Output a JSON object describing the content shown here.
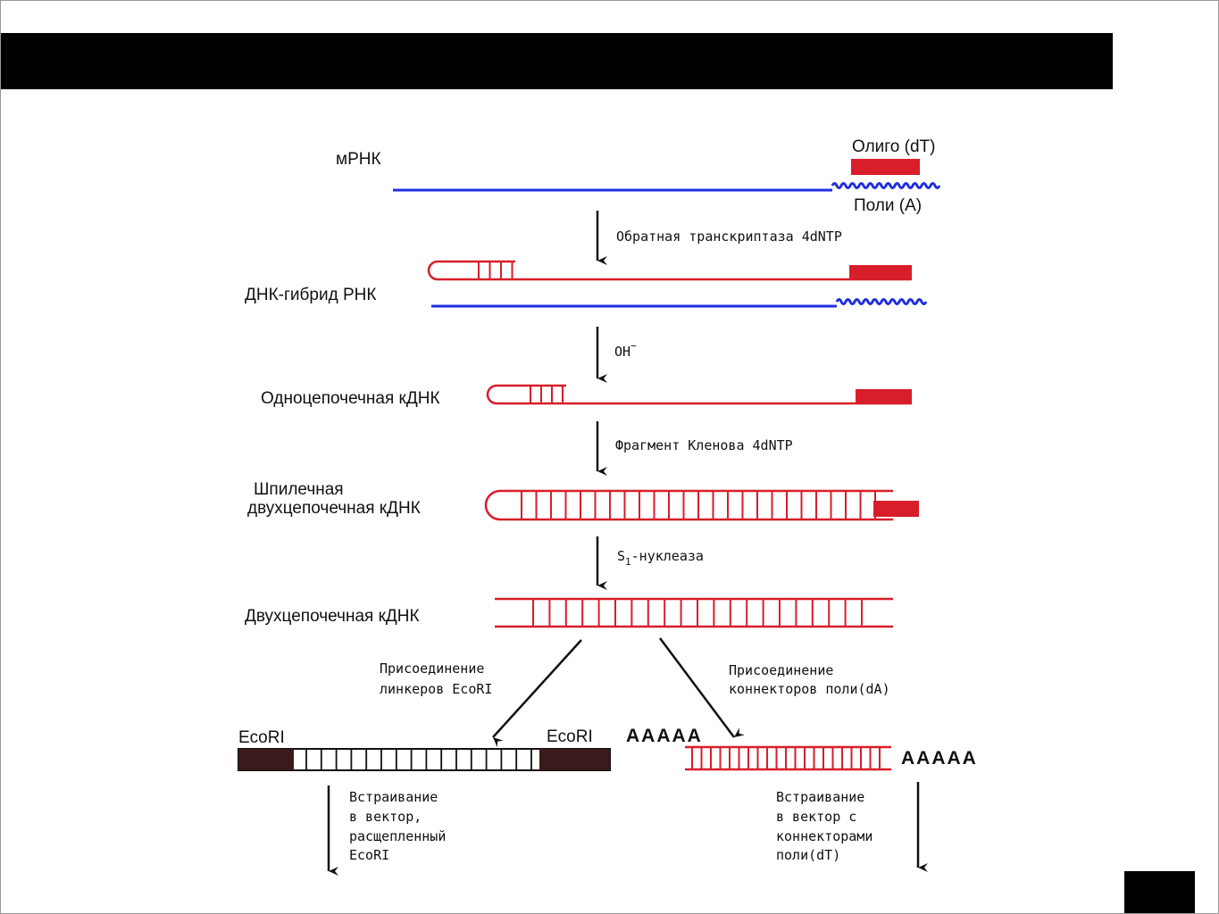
{
  "labels": {
    "mrna": "мРНК",
    "oligo_dt": "Олиго (dT)",
    "poly_a": "Поли (А)",
    "hybrid": "ДНК-гибрид РНК",
    "ss_cdna": "Одноцепочечная кДНК",
    "hairpin_line1": "Шпилечная",
    "hairpin_line2": "двухцепочечная кДНК",
    "ds_cdna": "Двухцепочечная кДНК",
    "ecori_left": "EcoRI",
    "ecori_right": "EcoRI",
    "aaaaa_left": "AAAAA",
    "aaaaa_right": "AAAAA"
  },
  "steps": {
    "reverse_transcriptase": "Обратная транскриптаза 4dNTP",
    "oh": "OH",
    "oh_sup": "−",
    "klenow": "Фрагмент Кленова 4dNTP",
    "s1_main": "S",
    "s1_sub": "1",
    "s1_rest": "-нуклеаза",
    "linkers_line1": "Присоединение",
    "linkers_line2": "линкеров EcoRI",
    "connectors_line1": "Присоединение",
    "connectors_line2": "коннекторов поли(dA)",
    "insert_left_1": "Встраивание",
    "insert_left_2": "в вектор,",
    "insert_left_3": "расщепленный",
    "insert_left_4": "EcoRI",
    "insert_right_1": "Встраивание",
    "insert_right_2": "в вектор с",
    "insert_right_3": "коннекторами",
    "insert_right_4": "поли(dT)"
  },
  "colors": {
    "dna": "#d81e2a",
    "rna": "#1f2ee0",
    "linker": "#3a1a1a",
    "header": "#000000"
  }
}
